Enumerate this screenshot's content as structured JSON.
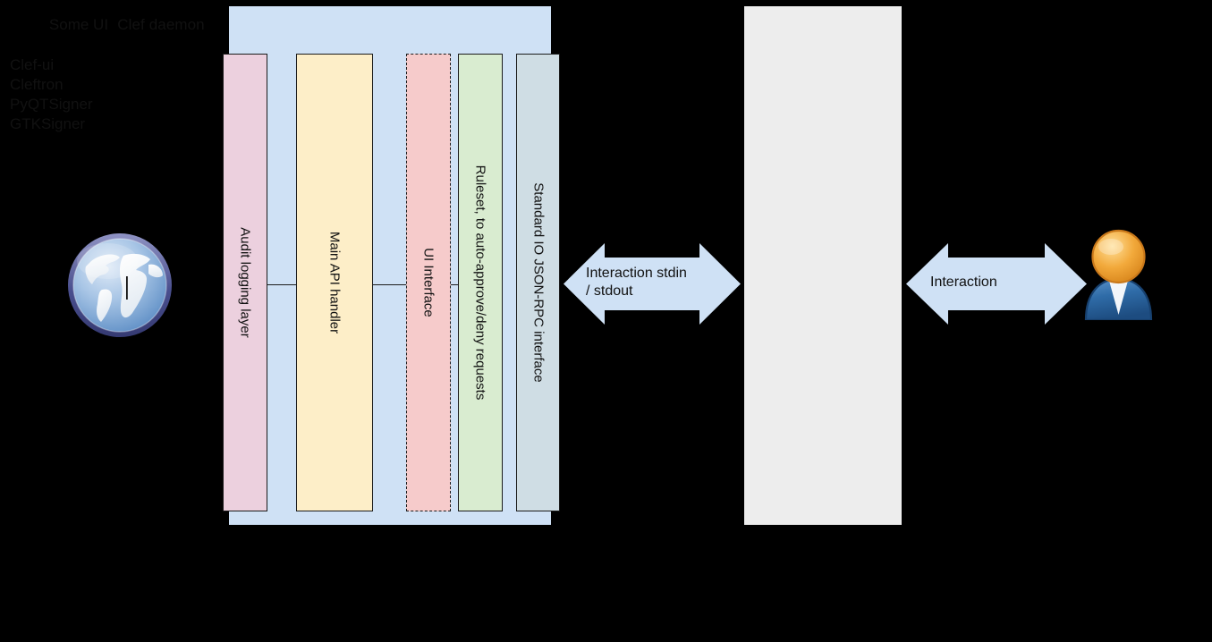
{
  "diagram": {
    "daemon": {
      "title": "Clef daemon",
      "columns": [
        {
          "key": "audit",
          "label": "Audit logging layer",
          "color": "#ecd0de",
          "border": "solid"
        },
        {
          "key": "api",
          "label": "Main API handler",
          "color": "#fdeec8",
          "border": "solid"
        },
        {
          "key": "ui",
          "label": "UI Interface",
          "color": "#f6cbcb",
          "border": "dashed"
        },
        {
          "key": "rules",
          "label": "Ruleset, to auto-approve/deny requests",
          "color": "#d9ecd0",
          "border": "solid"
        },
        {
          "key": "stdio",
          "label": "Standard IO JSON-RPC interface",
          "color": "#cfdde4",
          "border": "solid"
        }
      ]
    },
    "someui": {
      "title": "Some UI",
      "items": [
        "Clef-ui",
        "Cleftron",
        "PyQTSigner",
        "GTKSigner"
      ]
    },
    "arrows": [
      {
        "key": "stdio",
        "label": "Interaction stdin\n/ stdout",
        "color": "#cfe1f5",
        "direction": "double"
      },
      {
        "key": "interaction",
        "label": "Interaction",
        "color": "#cfe1f5",
        "direction": "double"
      }
    ],
    "icons": [
      {
        "key": "globe",
        "name": "globe-icon"
      },
      {
        "key": "user",
        "name": "user-icon"
      }
    ],
    "colors": {
      "background": "#000000",
      "daemon_fill": "#cfe1f5",
      "someui_fill": "#ededed",
      "arrow_fill": "#cfe1f5",
      "stroke": "#1b1b1b"
    }
  }
}
